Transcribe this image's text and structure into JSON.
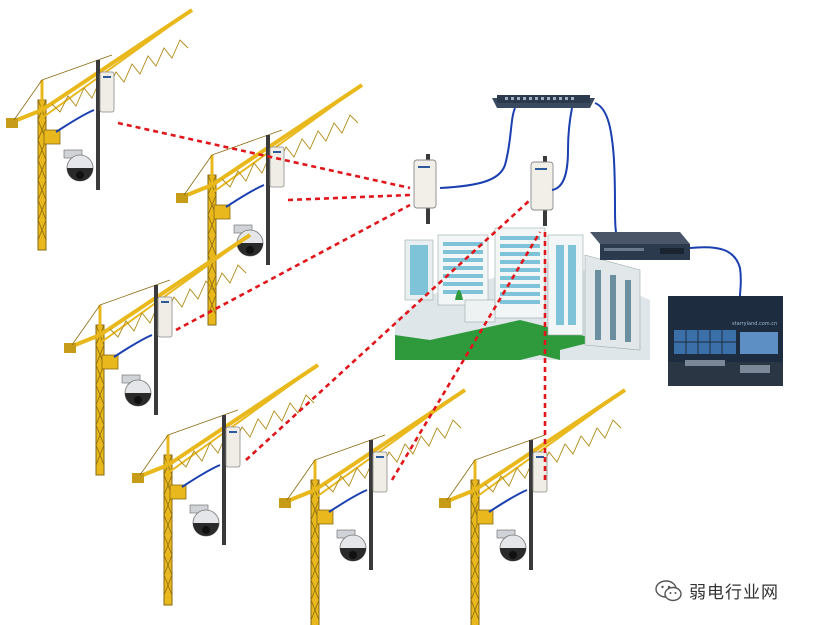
{
  "diagram": {
    "cranes": [
      {
        "id": "crane-1"
      },
      {
        "id": "crane-2"
      },
      {
        "id": "crane-3"
      },
      {
        "id": "crane-4"
      },
      {
        "id": "crane-5"
      },
      {
        "id": "crane-6"
      }
    ],
    "links": {
      "wireless_color": "#e0161b",
      "cable_color": "#1a3fb0"
    },
    "colors": {
      "crane": "#e8b81c",
      "crane_dark": "#8a6a10",
      "building_glass": "#7ec3d8",
      "lawn": "#2e9a3c",
      "switch": "#2b3a4d",
      "monitor_room": "#1d2d3f"
    },
    "monitor_caption": "starryland.com.cn"
  },
  "watermark": {
    "text": "弱电行业网",
    "icon": "wechat-icon"
  }
}
